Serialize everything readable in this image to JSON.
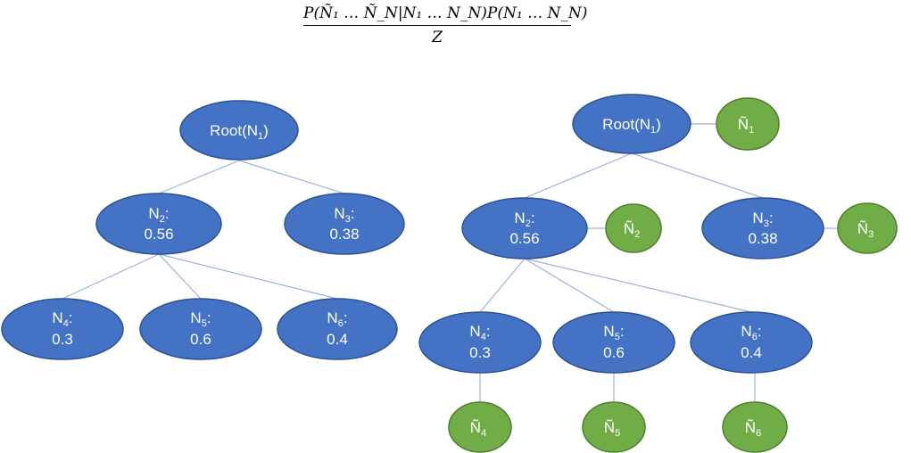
{
  "formula": {
    "numerator": "P(Ñ₁ … Ñ_N|N₁ … N_N)P(N₁  … N_N)",
    "denominator": "Z"
  },
  "colors": {
    "tree_node": "#4472c4",
    "observation_node": "#70ad47",
    "edge": "#9db3da",
    "label": "#ffffff"
  },
  "left_tree": {
    "root": {
      "name": "Root(N",
      "sub": "1",
      "close": ")"
    },
    "n2": {
      "name": "N",
      "sub": "2",
      "value": "0.56"
    },
    "n3": {
      "name": "N",
      "sub": "3",
      "value": "0.38"
    },
    "n4": {
      "name": "N",
      "sub": "4",
      "value": "0.3"
    },
    "n5": {
      "name": "N",
      "sub": "5",
      "value": "0.6"
    },
    "n6": {
      "name": "N",
      "sub": "6",
      "value": "0.4"
    }
  },
  "right_tree": {
    "root": {
      "name": "Root(N",
      "sub": "1",
      "close": ")"
    },
    "n2": {
      "name": "N",
      "sub": "2",
      "value": "0.56"
    },
    "n3": {
      "name": "N",
      "sub": "3",
      "value": "0.38"
    },
    "n4": {
      "name": "N",
      "sub": "4",
      "value": "0.3"
    },
    "n5": {
      "name": "N",
      "sub": "5",
      "value": "0.6"
    },
    "n6": {
      "name": "N",
      "sub": "6",
      "value": "0.4"
    },
    "obs1": {
      "name": "Ñ",
      "sub": "1"
    },
    "obs2": {
      "name": "Ñ",
      "sub": "2"
    },
    "obs3": {
      "name": "Ñ",
      "sub": "3"
    },
    "obs4": {
      "name": "Ñ",
      "sub": "4"
    },
    "obs5": {
      "name": "Ñ",
      "sub": "5"
    },
    "obs6": {
      "name": "Ñ",
      "sub": "6"
    }
  }
}
